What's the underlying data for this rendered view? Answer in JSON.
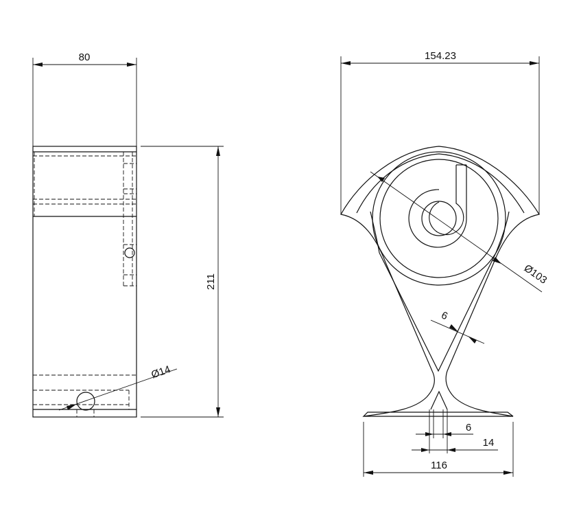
{
  "dimensions": {
    "side_width": "80",
    "side_height": "211",
    "side_hole_dia": "Ø14",
    "front_width": "154.23",
    "ring_dia": "Ø103",
    "rib_thickness": "6",
    "base_width": "116",
    "slot_width": "6",
    "slot_outer_width": "14"
  }
}
